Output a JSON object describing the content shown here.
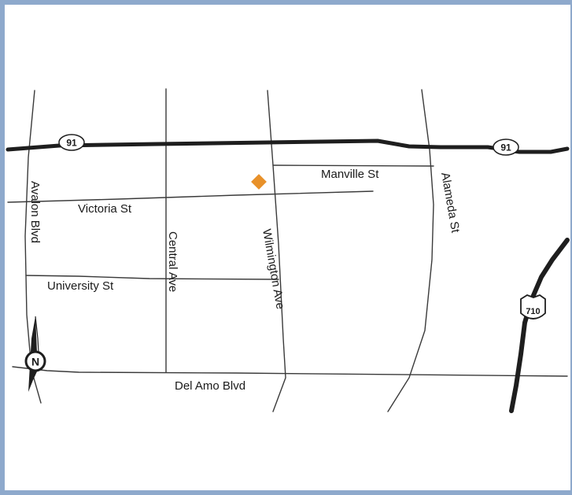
{
  "map": {
    "streets": {
      "avalon": "Avalon Blvd",
      "central": "Central Ave",
      "wilmington": "Wilmington Ave",
      "alameda": "Alameda St",
      "victoria": "Victoria St",
      "university": "University St",
      "manville": "Manville St",
      "del_amo": "Del Amo Blvd"
    },
    "highway_91_shield": "91",
    "highway_710_shield": "710",
    "compass_letter": "N",
    "colors": {
      "frame": "#8ea9cc",
      "street_line": "#3a3a3a",
      "highway": "#1e1e1e",
      "location_marker": "#e8912a"
    },
    "icons": {
      "location": "diamond-marker-icon",
      "compass": "north-arrow-icon",
      "interstate": "route-shield-icon"
    }
  }
}
